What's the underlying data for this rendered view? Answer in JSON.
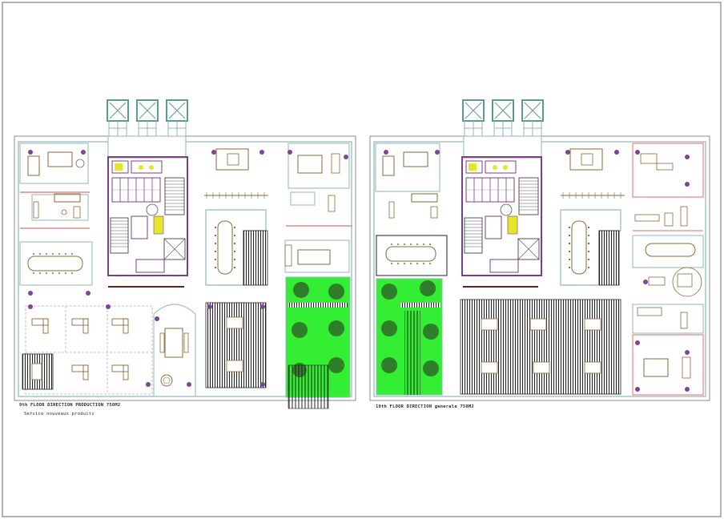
{
  "drawing": {
    "plan_left": {
      "title": "9th FLOOR DIRECTION PRODUCTION 750M2",
      "subtitle": "Service nouveaux produits"
    },
    "plan_right": {
      "title": "10th FLOOR DIRECTION generale 750M2"
    }
  },
  "colors": {
    "wall": "#8fb9b4",
    "partition": "#e48a8a",
    "core": "#7a3f86",
    "furniture": "#8a6a3a",
    "column": "#7d4790",
    "garden": "#33ee33",
    "tree": "#2f7f2a",
    "hatch": "#222222",
    "stair_yellow": "#e5e52a"
  },
  "icons": {
    "lift_shaft": "lift-shaft-icon",
    "stair": "stair-icon",
    "tree": "tree-icon",
    "desk": "desk-icon",
    "conference_table": "conference-table-icon",
    "column": "column-icon"
  }
}
